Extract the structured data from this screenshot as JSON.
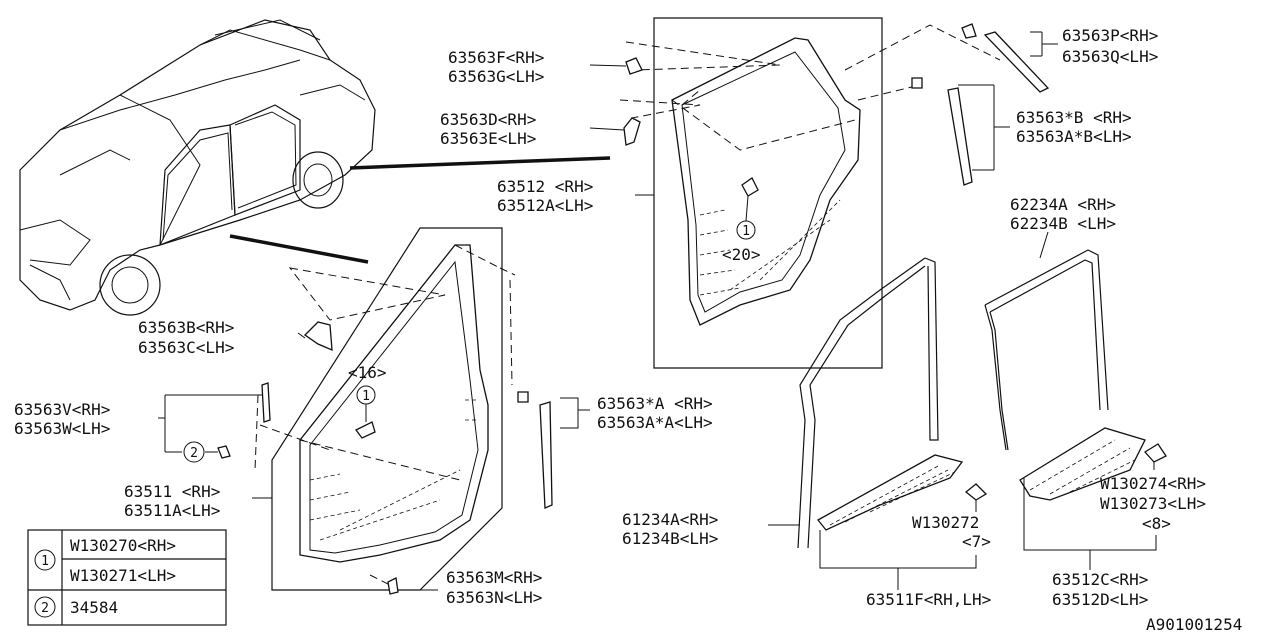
{
  "labels": {
    "p63563F": "63563F<RH>",
    "p63563G": "63563G<LH>",
    "p63563D": "63563D<RH>",
    "p63563E": "63563E<LH>",
    "p63512": "63512  <RH>",
    "p63512A": "63512A<LH>",
    "p63563P": "63563P<RH>",
    "p63563Q": "63563Q<LH>",
    "p63563sB": "63563*B  <RH>",
    "p63563AsB": "63563A*B<LH>",
    "p62234A": "62234A  <RH>",
    "p62234B": "62234B  <LH>",
    "p63563B": "63563B<RH>",
    "p63563C": "63563C<LH>",
    "p63563V": "63563V<RH>",
    "p63563W": "63563W<LH>",
    "p63511": "63511  <RH>",
    "p63511A": "63511A<LH>",
    "p63563sA": "63563*A  <RH>",
    "p63563AsA": "63563A*A<LH>",
    "p61234A": "61234A<RH>",
    "p61234B": "61234B<LH>",
    "pW130272": "W130272",
    "q7": "<7>",
    "pW130274": "W130274<RH>",
    "pW130273": "W130273<LH>",
    "q8": "<8>",
    "p63563M": "63563M<RH>",
    "p63563N": "63563N<LH>",
    "p63511F": "63511F<RH,LH>",
    "p63512C": "63512C<RH>",
    "p63512D": "63512D<LH>",
    "q16": "<16>",
    "q20": "<20>",
    "callout1": "1",
    "callout2": "2",
    "diagram_id": "A901001254"
  },
  "legend": {
    "row1_num": "1",
    "row1_a": "W130270<RH>",
    "row1_b": "W130271<LH>",
    "row2_num": "2",
    "row2_a": "34584"
  }
}
